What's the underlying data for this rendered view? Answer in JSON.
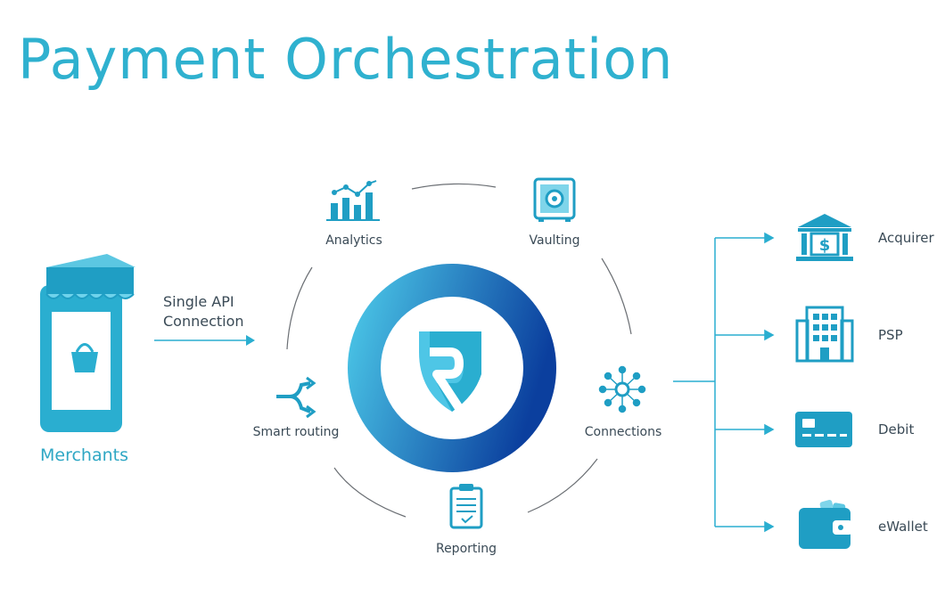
{
  "title": "Payment Orchestration",
  "merchant": {
    "label": "Merchants"
  },
  "api": {
    "line1": "Single API",
    "line2": "Connection"
  },
  "services": {
    "analytics": "Analytics",
    "vaulting": "Vaulting",
    "smart_routing": "Smart routing",
    "connections": "Connections",
    "reporting": "Reporting"
  },
  "destinations": [
    {
      "label": "Acquirer",
      "icon": "bank-icon"
    },
    {
      "label": "PSP",
      "icon": "building-icon"
    },
    {
      "label": "Debit",
      "icon": "card-icon"
    },
    {
      "label": "eWallet",
      "icon": "wallet-icon"
    }
  ],
  "colors": {
    "brand_teal": "#2fb1cf",
    "icon_blue": "#1f9ec4",
    "ring_dark": "#0f4aa8",
    "ring_light": "#42c8e8",
    "text": "#3a4a56"
  }
}
